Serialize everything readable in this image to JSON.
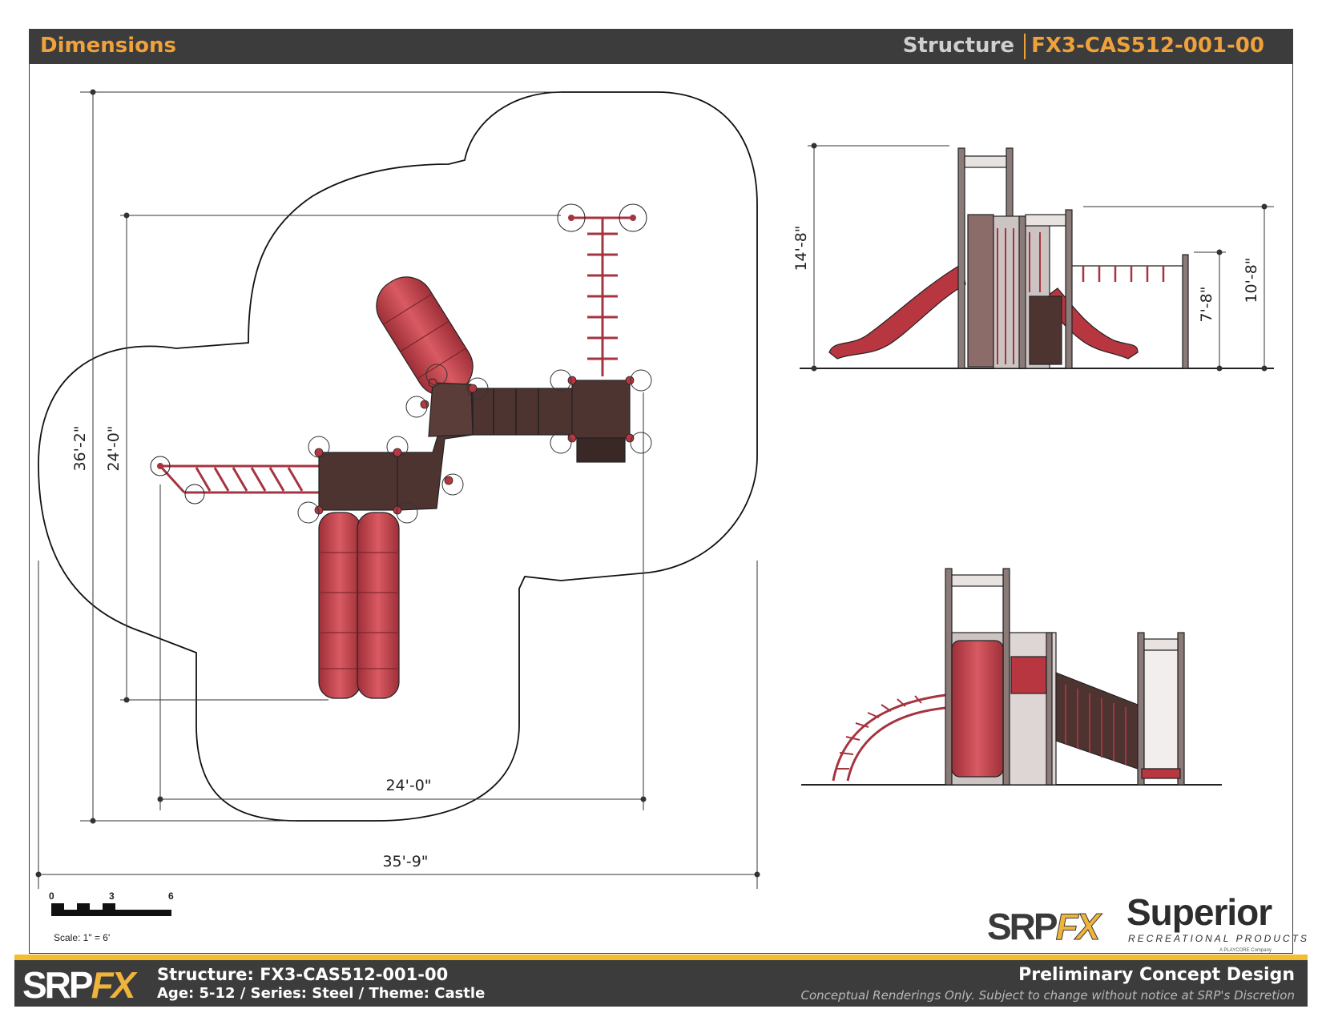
{
  "header": {
    "title": "Dimensions",
    "structure_label": "Structure",
    "structure_code": "FX3-CAS512-001-00"
  },
  "plan_view": {
    "overall_height": "36'-2\"",
    "structure_height": "24'-0\"",
    "structure_width": "24'-0\"",
    "overall_width": "35'-9\""
  },
  "elevation_side": {
    "deck_height": "14'-8\"",
    "bar_height_outer": "10'-8\"",
    "bar_height_inner": "7'-8\""
  },
  "scale": {
    "ticks": [
      "0",
      "3",
      "6"
    ],
    "label": "Scale: 1\" = 6'"
  },
  "logos": {
    "srpfx_a": "SRP",
    "srpfx_b": "FX",
    "superior": "Superior",
    "superior_sub": "RECREATIONAL PRODUCTS",
    "playcore": "A PLAYCORE Company"
  },
  "footer": {
    "logo_a": "SRP",
    "logo_b": "FX",
    "structure_line": "Structure: FX3-CAS512-001-00",
    "details_line": "Age: 5-12 / Series: Steel / Theme: Castle",
    "design_title": "Preliminary Concept Design",
    "disclaimer": "Conceptual Renderings Only. Subject to change without notice at SRP's Discretion"
  },
  "colors": {
    "header_bg": "#3c3c3c",
    "accent_orange": "#f0a23a",
    "accent_yellow": "#f2bd2e",
    "slide_red": "#c8414b",
    "deck_brown": "#4e3431"
  }
}
